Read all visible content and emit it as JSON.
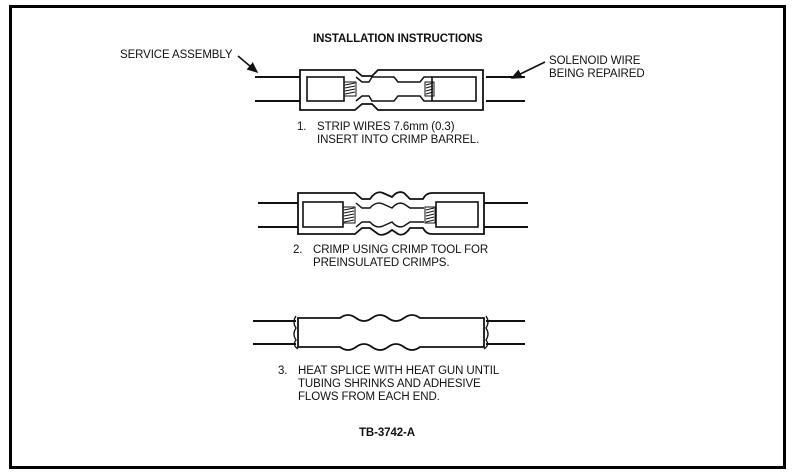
{
  "diagram": {
    "title": "INSTALLATION INSTRUCTIONS",
    "callouts": {
      "left": "SERVICE ASSEMBLY",
      "right_line1": "SOLENOID WIRE",
      "right_line2": "BEING REPAIRED"
    },
    "steps": [
      {
        "number": "1.",
        "lines": [
          "STRIP WIRES 7.6mm (0.3)",
          "INSERT INTO CRIMP BARREL."
        ]
      },
      {
        "number": "2.",
        "lines": [
          "CRIMP USING CRIMP TOOL FOR",
          "PREINSULATED CRIMPS."
        ]
      },
      {
        "number": "3.",
        "lines": [
          "HEAT SPLICE WITH HEAT GUN UNTIL",
          "TUBING SHRINKS AND ADHESIVE",
          "FLOWS FROM EACH END."
        ]
      }
    ],
    "figure_id": "TB-3742-A"
  }
}
